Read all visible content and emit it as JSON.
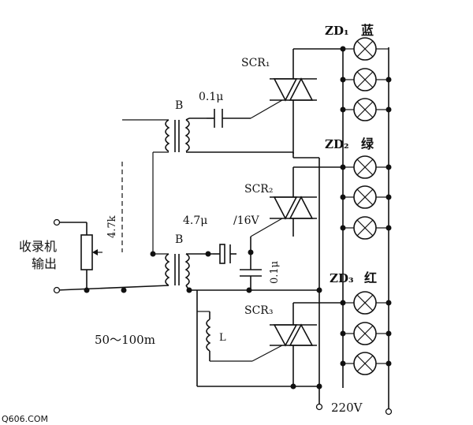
{
  "labels": {
    "scr1": "SCR₁",
    "scr2": "SCR₂",
    "scr3": "SCR₃",
    "zd1": "ZD₁",
    "zd1_color": "蓝",
    "zd2": "ZD₂",
    "zd2_color": "绿",
    "zd3": "ZD₃",
    "zd3_color": "红",
    "b_top": "B",
    "b_bottom": "B",
    "cap_top": "0.1μ",
    "cap_mid": "4.7μ",
    "cap_mid_voltage": "/16V",
    "cap_low": "0.1μ",
    "resistor": "4.7k",
    "inductor": "L",
    "source_line1": "收录机",
    "source_line2": "输出",
    "distance": "50～100m",
    "mains": "220V",
    "watermark": "Q606.COM"
  }
}
